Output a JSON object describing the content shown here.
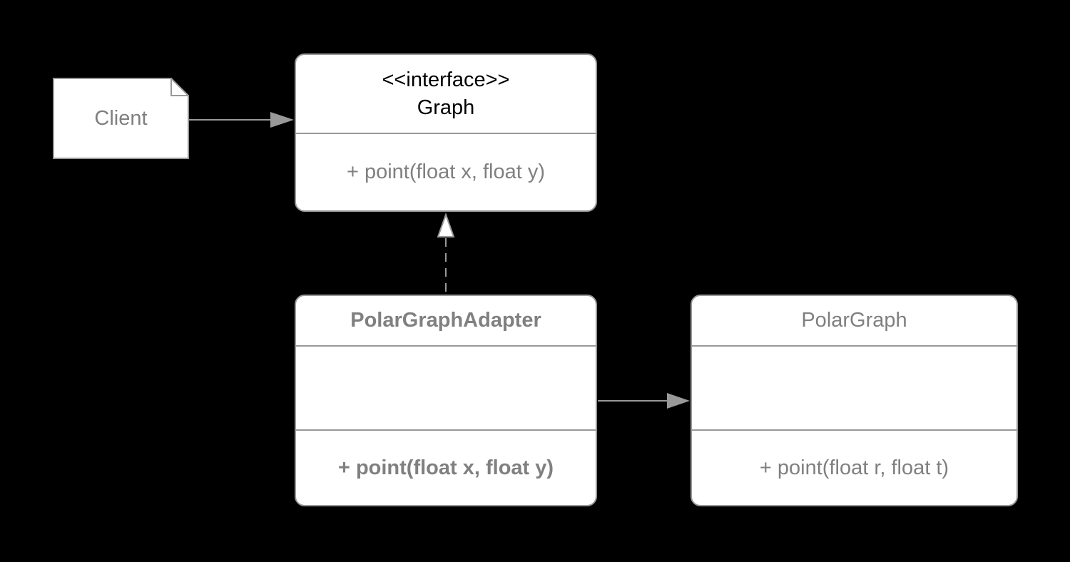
{
  "diagram": {
    "type": "uml-class-diagram",
    "pattern": "Adapter",
    "colors": {
      "background": "#000000",
      "box_fill": "#ffffff",
      "border": "#999999",
      "text": "#808080",
      "interface_title_text": "#000000"
    }
  },
  "nodes": {
    "client": {
      "shape": "note",
      "label": "Client"
    },
    "graph": {
      "shape": "class",
      "stereotype": "<<interface>>",
      "name": "Graph",
      "methods": [
        "+ point(float x, float y)"
      ]
    },
    "adapter": {
      "shape": "class",
      "name": "PolarGraphAdapter",
      "attributes": [],
      "methods": [
        "+ point(float x, float y)"
      ],
      "emphasis": "bold"
    },
    "polargraph": {
      "shape": "class",
      "name": "PolarGraph",
      "attributes": [],
      "methods": [
        "+ point(float r, float t)"
      ]
    }
  },
  "edges": [
    {
      "from": "client",
      "to": "graph",
      "type": "directed-solid",
      "arrowhead": "filled-triangle"
    },
    {
      "from": "adapter",
      "to": "graph",
      "type": "realization-dashed",
      "arrowhead": "hollow-triangle"
    },
    {
      "from": "adapter",
      "to": "polargraph",
      "type": "directed-solid",
      "arrowhead": "filled-triangle"
    }
  ]
}
